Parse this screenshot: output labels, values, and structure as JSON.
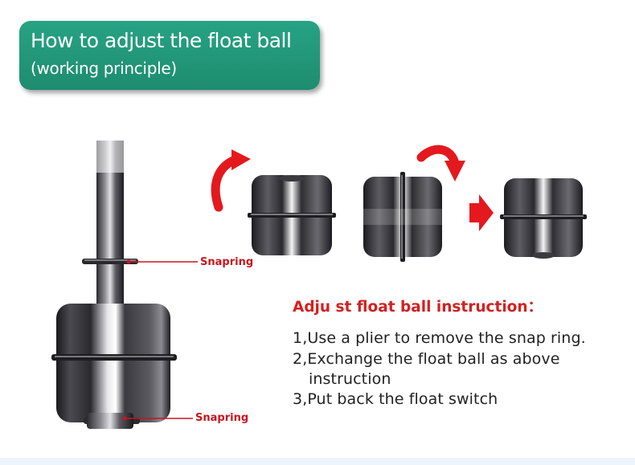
{
  "header": {
    "title": "How to adjust the float ball",
    "subtitle": "(working principle)",
    "bg_color": "#23997b"
  },
  "labels": {
    "snapring_upper": "Snapring",
    "snapring_lower": "Snapring"
  },
  "instructions": {
    "title": "Adju st float ball instruction：",
    "title_color": "#d42020",
    "steps": [
      "1,Use a plier to remove the snap ring.",
      "2,Exchange the float ball as above",
      "instruction",
      "3,Put back the float switch"
    ]
  },
  "icons": {
    "curved_arrow_left": "curved-arrow-up-right-icon",
    "curved_arrow_right": "curved-arrow-down-right-icon",
    "straight_arrow": "arrow-right-icon",
    "arrow_color": "#e3191e"
  }
}
